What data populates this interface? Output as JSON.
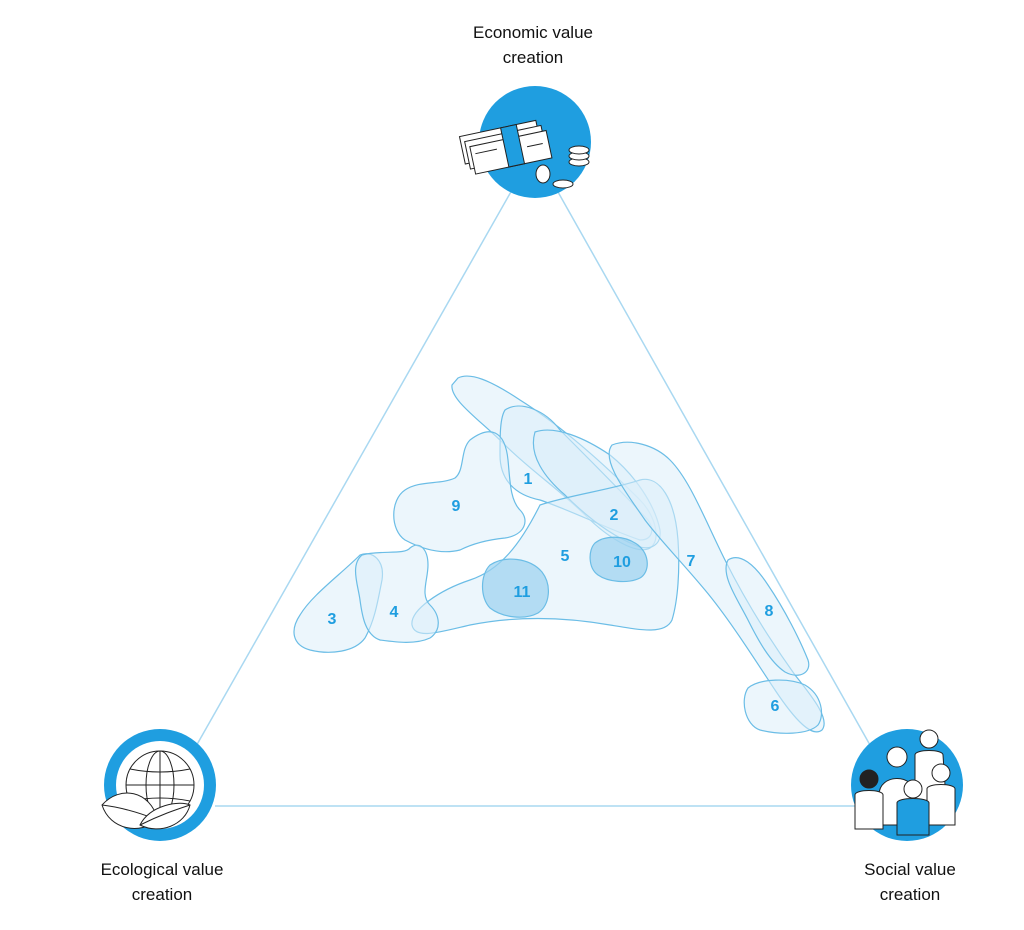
{
  "colors": {
    "accent": "#1f9ee0",
    "line": "#a9d8f1",
    "blob_fill": "#dcefFa",
    "blob_stroke": "#6bbde6",
    "number": "#1f9ee0"
  },
  "corners": {
    "economic": {
      "line1": "Economic value",
      "line2": "creation",
      "icon": "money-icon"
    },
    "ecological": {
      "line1": "Ecological value",
      "line2": "creation",
      "icon": "globe-leaf-icon"
    },
    "social": {
      "line1": "Social value",
      "line2": "creation",
      "icon": "people-icon"
    }
  },
  "regions": [
    "1",
    "2",
    "3",
    "4",
    "5",
    "6",
    "7",
    "8",
    "9",
    "10",
    "11"
  ]
}
